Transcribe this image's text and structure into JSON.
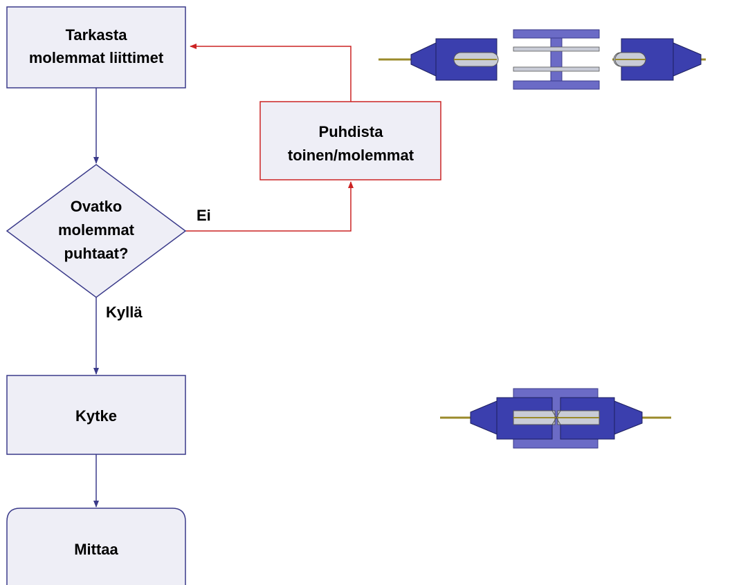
{
  "colors": {
    "box_fill": "#eeeef6",
    "box_stroke": "#3a3a8a",
    "no_branch": "#cc2222",
    "connector_body": "#3b3fae",
    "adapter_body": "#6b6bc6",
    "ferrule": "#c9ccd6",
    "fiber": "#9a8a2a"
  },
  "nodes": {
    "inspect": {
      "line1": "Tarkasta",
      "line2": "molemmat liittimet"
    },
    "decision": {
      "line1": "Ovatko",
      "line2": "molemmat",
      "line3": "puhtaat?"
    },
    "clean": {
      "line1": "Puhdista",
      "line2": "toinen/molemmat"
    },
    "connect": {
      "label": "Kytke"
    },
    "measure": {
      "label": "Mittaa"
    }
  },
  "edges": {
    "no_label": "Ei",
    "yes_label": "Kyllä"
  },
  "illustrations": {
    "top": "disconnected-connector-pair",
    "bottom": "mated-connector-pair"
  }
}
